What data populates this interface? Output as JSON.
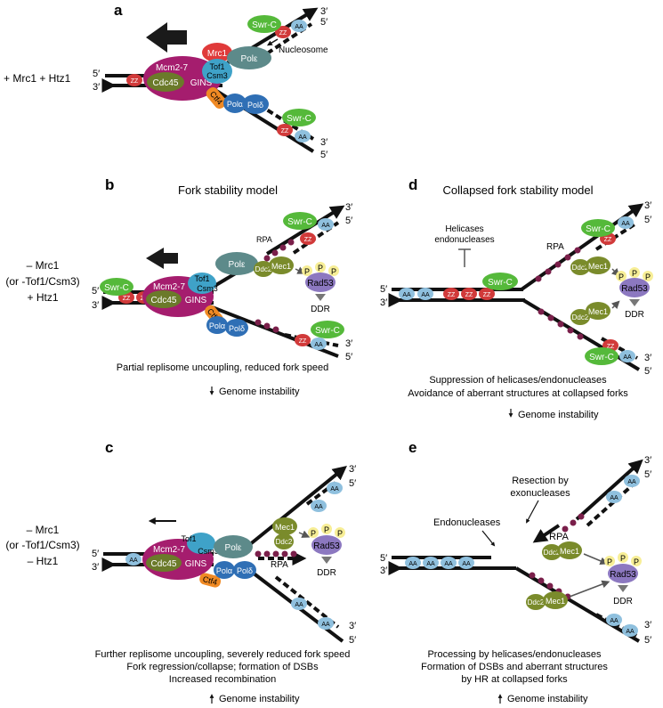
{
  "colors": {
    "dna": "#111111",
    "mrc1": "#e03a3a",
    "mcm": "#a51d6e",
    "cdc45": "#6b7a2a",
    "gins": "#9a1a5a",
    "tof1": "#3fa2c8",
    "pol_eps": "#5d8a8a",
    "ctf4": "#f08a24",
    "pol_alpha": "#2f6fb5",
    "swr": "#55b93a",
    "mec1": "#7a8b2b",
    "rad53": "#8c78c0",
    "phospho": "#f7ee96",
    "rpa": "#7a1f4a",
    "nuc_red": "#d13a3a",
    "nuc_blue": "#8fc0de",
    "nuc_yellow": "#f5ec9a"
  },
  "panels": {
    "a": {
      "letter": "a",
      "condition": "+ Mrc1 + Htz1",
      "nucleosome": "Nucleosome"
    },
    "b": {
      "letter": "b",
      "title": "Fork stability model",
      "condition_1": "– Mrc1",
      "condition_2": "(or -Tof1/Csm3)",
      "condition_3": "+ Htz1",
      "rpa": "RPA",
      "ddr": "DDR",
      "caption_1": "Partial replisome uncoupling, reduced fork speed",
      "outcome": "Genome instability"
    },
    "c": {
      "letter": "c",
      "condition_1": "– Mrc1",
      "condition_2": "(or -Tof1/Csm3)",
      "condition_3": "– Htz1",
      "rpa": "RPA",
      "ddr": "DDR",
      "caption_1": "Further replisome uncoupling, severely reduced fork speed",
      "caption_2": "Fork regression/collapse; formation of DSBs",
      "caption_3": "Increased recombination",
      "outcome": "Genome instability"
    },
    "d": {
      "letter": "d",
      "title": "Collapsed fork stability model",
      "helicases_1": "Helicases",
      "helicases_2": "endonucleases",
      "rpa": "RPA",
      "ddr": "DDR",
      "caption_1": "Suppression of helicases/endonucleases",
      "caption_2": "Avoidance of aberrant structures at collapsed forks",
      "outcome": "Genome instability"
    },
    "e": {
      "letter": "e",
      "resection_1": "Resection by",
      "resection_2": "exonucleases",
      "endonucleases": "Endonucleases",
      "rpa": "RPA",
      "ddr": "DDR",
      "caption_1": "Processing by helicases/endonucleases",
      "caption_2": "Formation of DSBs and aberrant structures",
      "caption_3": "by HR at collapsed forks",
      "outcome": "Genome instability"
    }
  },
  "labels": {
    "mrc1": "Mrc1",
    "mcm": "Mcm2-7",
    "cdc45": "Cdc45",
    "gins": "GINS",
    "tof1": "Tof1",
    "csm3": "Csm3",
    "pol_eps": "Polε",
    "ctf4": "Ctf4",
    "pol_alpha": "Polα",
    "pol_delta": "Polδ",
    "swr": "Swr-C",
    "mec1": "Mec1",
    "ddc2": "Ddc2",
    "rad53": "Rad53",
    "p": "P",
    "zz": "ZZ",
    "aa": "AA",
    "end3": "3′",
    "end5": "5′"
  }
}
